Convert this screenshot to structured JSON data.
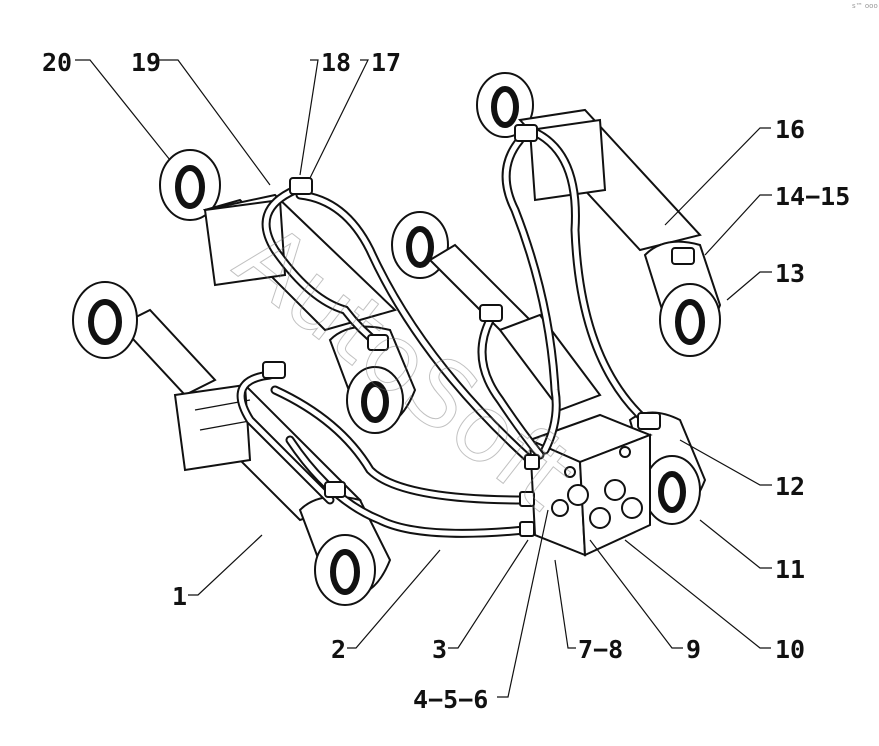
{
  "diagram": {
    "watermark": "AutoSoft",
    "corner_mark": "s™ ooo",
    "callouts": [
      {
        "id": "20",
        "label": "20"
      },
      {
        "id": "19",
        "label": "19"
      },
      {
        "id": "18",
        "label": "18"
      },
      {
        "id": "17",
        "label": "17"
      },
      {
        "id": "16",
        "label": "16"
      },
      {
        "id": "14-15",
        "label": "14−15"
      },
      {
        "id": "13",
        "label": "13"
      },
      {
        "id": "12",
        "label": "12"
      },
      {
        "id": "11",
        "label": "11"
      },
      {
        "id": "10",
        "label": "10"
      },
      {
        "id": "9",
        "label": "9"
      },
      {
        "id": "7-8",
        "label": "7−8"
      },
      {
        "id": "4-5-6",
        "label": "4−5−6"
      },
      {
        "id": "3",
        "label": "3"
      },
      {
        "id": "2",
        "label": "2"
      },
      {
        "id": "1",
        "label": "1"
      }
    ]
  }
}
